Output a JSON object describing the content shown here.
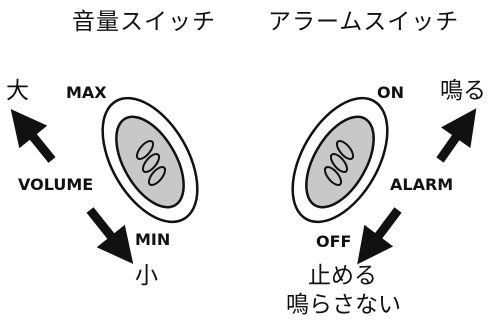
{
  "volume_switch": {
    "title": "音量スイッチ",
    "label_switch": "VOLUME",
    "label_max": "MAX",
    "label_min": "MIN",
    "label_up": "大",
    "label_down": "小"
  },
  "alarm_switch": {
    "title": "アラームスイッチ",
    "label_switch": "ALARM",
    "label_on": "ON",
    "label_off": "OFF",
    "label_on_action": "鳴る",
    "label_off_action_line1": "止める",
    "label_off_action_line2": "鳴らさない"
  },
  "colors": {
    "ink": "#111111",
    "switch_fill": "#c8c8c8",
    "body_fill": "#ffffff"
  }
}
